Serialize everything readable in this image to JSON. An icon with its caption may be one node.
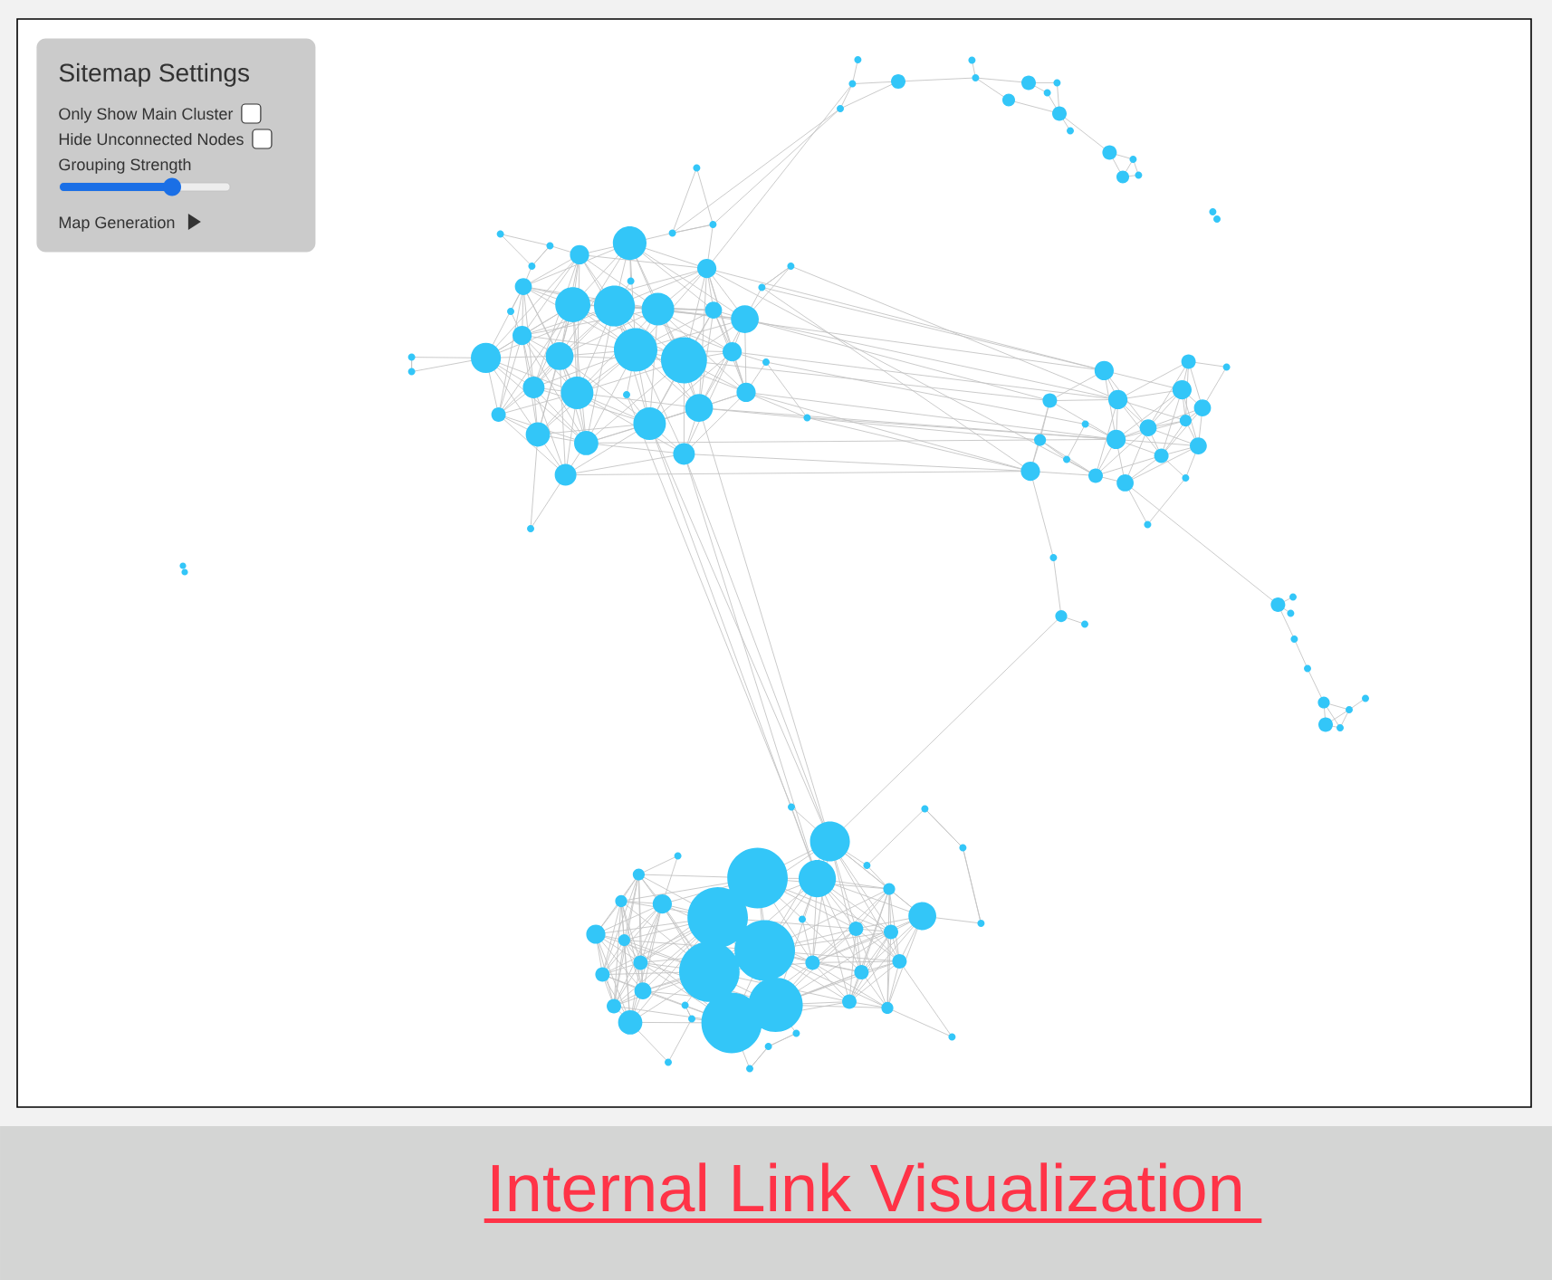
{
  "diagram": {
    "caption": "Internal Link Visualization",
    "nodes": [
      {
        "text": [
          "Sitemap Settings",
          "Only Show Main Cluster",
          "Hide Unconnected Nodes",
          "Grouping Strength",
          "Map Generation"
        ]
      }
    ]
  }
}
